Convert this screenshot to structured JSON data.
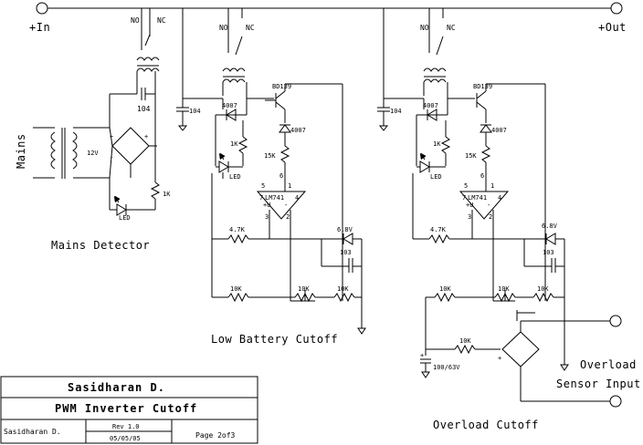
{
  "terminals": {
    "in": "+In",
    "out": "+Out"
  },
  "relay": {
    "no": "NO",
    "nc": "NC"
  },
  "components": {
    "cap_104": "104",
    "diode_4007": "4007",
    "transistor": "BD139",
    "r_1k": "1K",
    "r_15k": "15K",
    "r_4k7": "4.7K",
    "r_10k": "10K",
    "zener": "6.8V",
    "cap_103": "103",
    "cap_100_63v": "100/63V",
    "led": "LED",
    "opamp": "LM741",
    "opamp_plus": "+U",
    "transformer_v": "12V",
    "pin1": "1",
    "pin2": "2",
    "pin3": "3",
    "pin4": "4",
    "pin5": "5",
    "pin6": "6",
    "pin7": "7",
    "plus": "+",
    "minus": "-"
  },
  "labels": {
    "mains": "Mains",
    "mains_detector": "Mains Detector",
    "low_battery": "Low Battery Cutoff",
    "overload": "Overload",
    "sensor_input": "Sensor Input",
    "overload_cutoff": "Overload Cutoff"
  },
  "title_block": {
    "author": "Sasidharan D.",
    "title": "PWM Inverter Cutoff",
    "author_small": "Sasidharan D.",
    "rev": "Rev 1.0",
    "date": "05/05/05",
    "page": "Page 2of3"
  }
}
